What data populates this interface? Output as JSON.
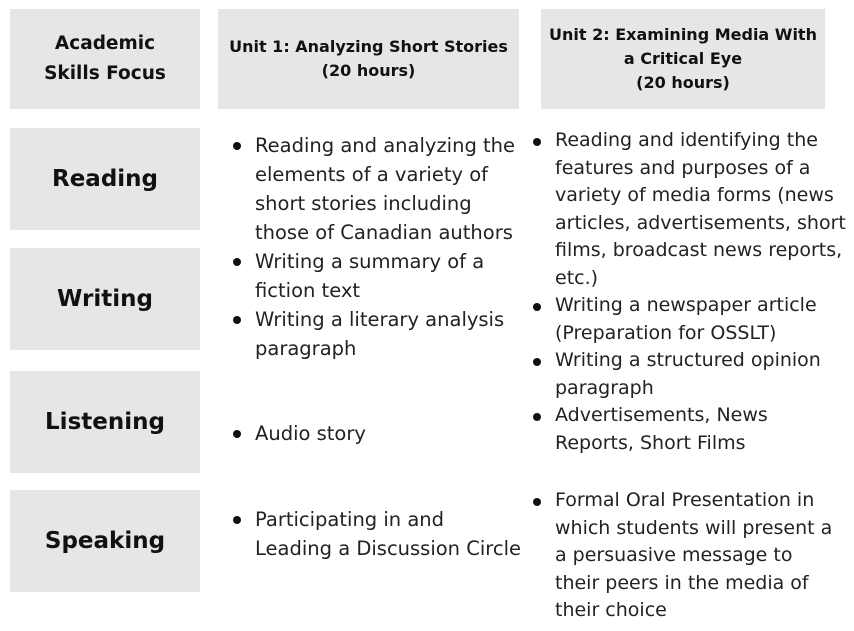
{
  "header": {
    "focus_label": "Academic Skills Focus",
    "unit1": {
      "title": "Unit 1: Analyzing Short Stories",
      "hours": "(20 hours)"
    },
    "unit2": {
      "title_line1": "Unit 2: Examining Media With",
      "title_line2": "a Critical Eye",
      "hours": "(20 hours)"
    }
  },
  "skills": [
    "Reading",
    "Writing",
    "Listening",
    "Speaking"
  ],
  "unit1": {
    "reading_writing": [
      "Reading and analyzing the elements of a variety of short stories including those of Canadian authors",
      "Writing a summary of a fiction text",
      "Writing a literary analysis paragraph"
    ],
    "listening": [
      "Audio story"
    ],
    "speaking": [
      "Participating in and Leading a Discussion Circle"
    ]
  },
  "unit2": {
    "reading_writing_listening": [
      "Reading and identifying the features and purposes of a variety of media forms (news articles, advertisements, short films, broadcast news reports, etc.)",
      "Writing a newspaper article (Preparation for OSSLT)",
      "Writing a structured opinion paragraph",
      "Advertisements, News Reports, Short Films"
    ],
    "speaking": [
      "Formal Oral Presentation in which students will present a a persuasive message to their peers in the media of their choice"
    ]
  }
}
